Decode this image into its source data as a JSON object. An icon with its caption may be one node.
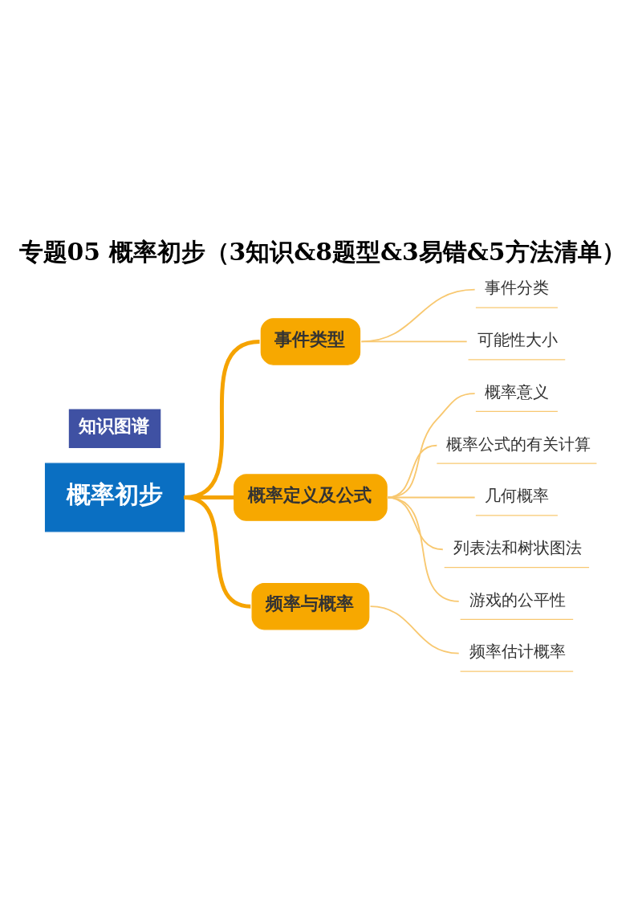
{
  "diagram": {
    "title": "专题05 概率初步（3知识&8题型&3易错&5方法清单）",
    "nodes": [
      {
        "text": [
          "知识图谱"
        ]
      },
      {
        "text": [
          "概率初步"
        ]
      },
      {
        "text": [
          "事件类型"
        ]
      },
      {
        "text": [
          "事件分类"
        ]
      },
      {
        "text": [
          "可能性大小"
        ]
      },
      {
        "text": [
          "概率定义及公式"
        ]
      },
      {
        "text": [
          "概率意义"
        ]
      },
      {
        "text": [
          "概率公式的有关计算"
        ]
      },
      {
        "text": [
          "几何概率"
        ]
      },
      {
        "text": [
          "列表法和树状图法"
        ]
      },
      {
        "text": [
          "游戏的公平性"
        ]
      },
      {
        "text": [
          "频率与概率"
        ]
      },
      {
        "text": [
          "频率估计概率"
        ]
      }
    ],
    "edges": [
      {
        "from": 1,
        "to": 2,
        "arrow": "none",
        "style": "thick",
        "color": "#f5a300"
      },
      {
        "from": 2,
        "to": 3,
        "arrow": "none"
      },
      {
        "from": 2,
        "to": 4,
        "arrow": "none"
      },
      {
        "from": 1,
        "to": 5,
        "arrow": "none",
        "style": "thick",
        "color": "#f5a300"
      },
      {
        "from": 5,
        "to": 6,
        "arrow": "none"
      },
      {
        "from": 5,
        "to": 7,
        "arrow": "none"
      },
      {
        "from": 5,
        "to": 8,
        "arrow": "none"
      },
      {
        "from": 5,
        "to": 9,
        "arrow": "none"
      },
      {
        "from": 5,
        "to": 10,
        "arrow": "none"
      },
      {
        "from": 1,
        "to": 11,
        "arrow": "none",
        "style": "thick",
        "color": "#f5a300"
      },
      {
        "from": 11,
        "to": 12,
        "arrow": "none"
      }
    ]
  }
}
